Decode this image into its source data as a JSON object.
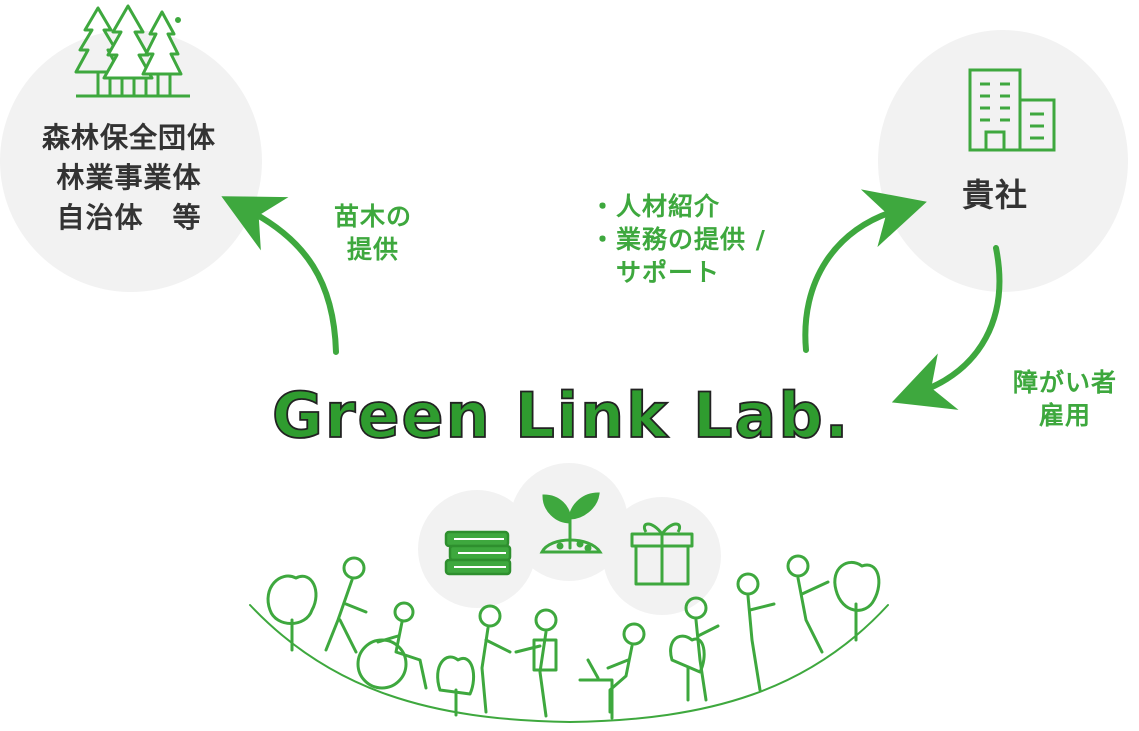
{
  "nodes": {
    "forest": {
      "lines": [
        "森林保全団体",
        "林業事業体",
        "自治体　等"
      ],
      "icon": "forest-icon"
    },
    "company": {
      "label": "貴社",
      "icon": "building-icon"
    },
    "center": {
      "logo_text": "Green Link Lab.",
      "icon": "community-illustration"
    }
  },
  "labels": {
    "seedlings": [
      "苗木の",
      "提供"
    ],
    "services": [
      "・人材紹介",
      "・業務の提供 /",
      "　サポート"
    ],
    "employment": [
      "障がい者",
      "雇用"
    ]
  },
  "category_icons": [
    "books-icon",
    "sprout-icon",
    "gift-icon"
  ],
  "colors": {
    "accent": "#3ea83e",
    "text": "#333333",
    "circle": "#f2f2f2"
  }
}
